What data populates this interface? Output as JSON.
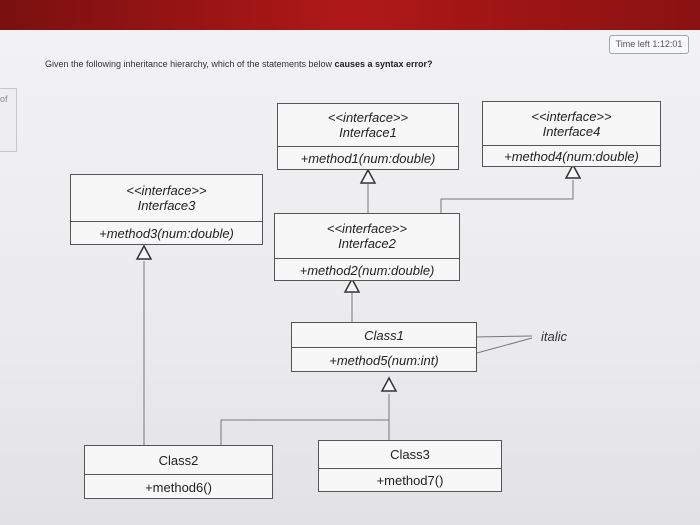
{
  "timer": "Time left 1:12:01",
  "side_label": "of",
  "question": {
    "before": "Given the following inheritance hierarchy, which of the statements below ",
    "emphasis": "causes a syntax error?"
  },
  "interface1": {
    "stereotype": "<<interface>>",
    "name": "Interface1",
    "method": "+method1(num:double)"
  },
  "interface4": {
    "stereotype": "<<interface>>",
    "name": "Interface4",
    "method": "+method4(num:double)"
  },
  "interface3": {
    "stereotype": "<<interface>>",
    "name": "Interface3",
    "method": "+method3(num:double)"
  },
  "interface2": {
    "stereotype": "<<interface>>",
    "name": "Interface2",
    "method": "+method2(num:double)"
  },
  "class1": {
    "name": "Class1",
    "method": "+method5(num:int)"
  },
  "class2": {
    "name": "Class2",
    "method": "+method6()"
  },
  "class3": {
    "name": "Class3",
    "method": "+method7()"
  },
  "annotation": "italic"
}
